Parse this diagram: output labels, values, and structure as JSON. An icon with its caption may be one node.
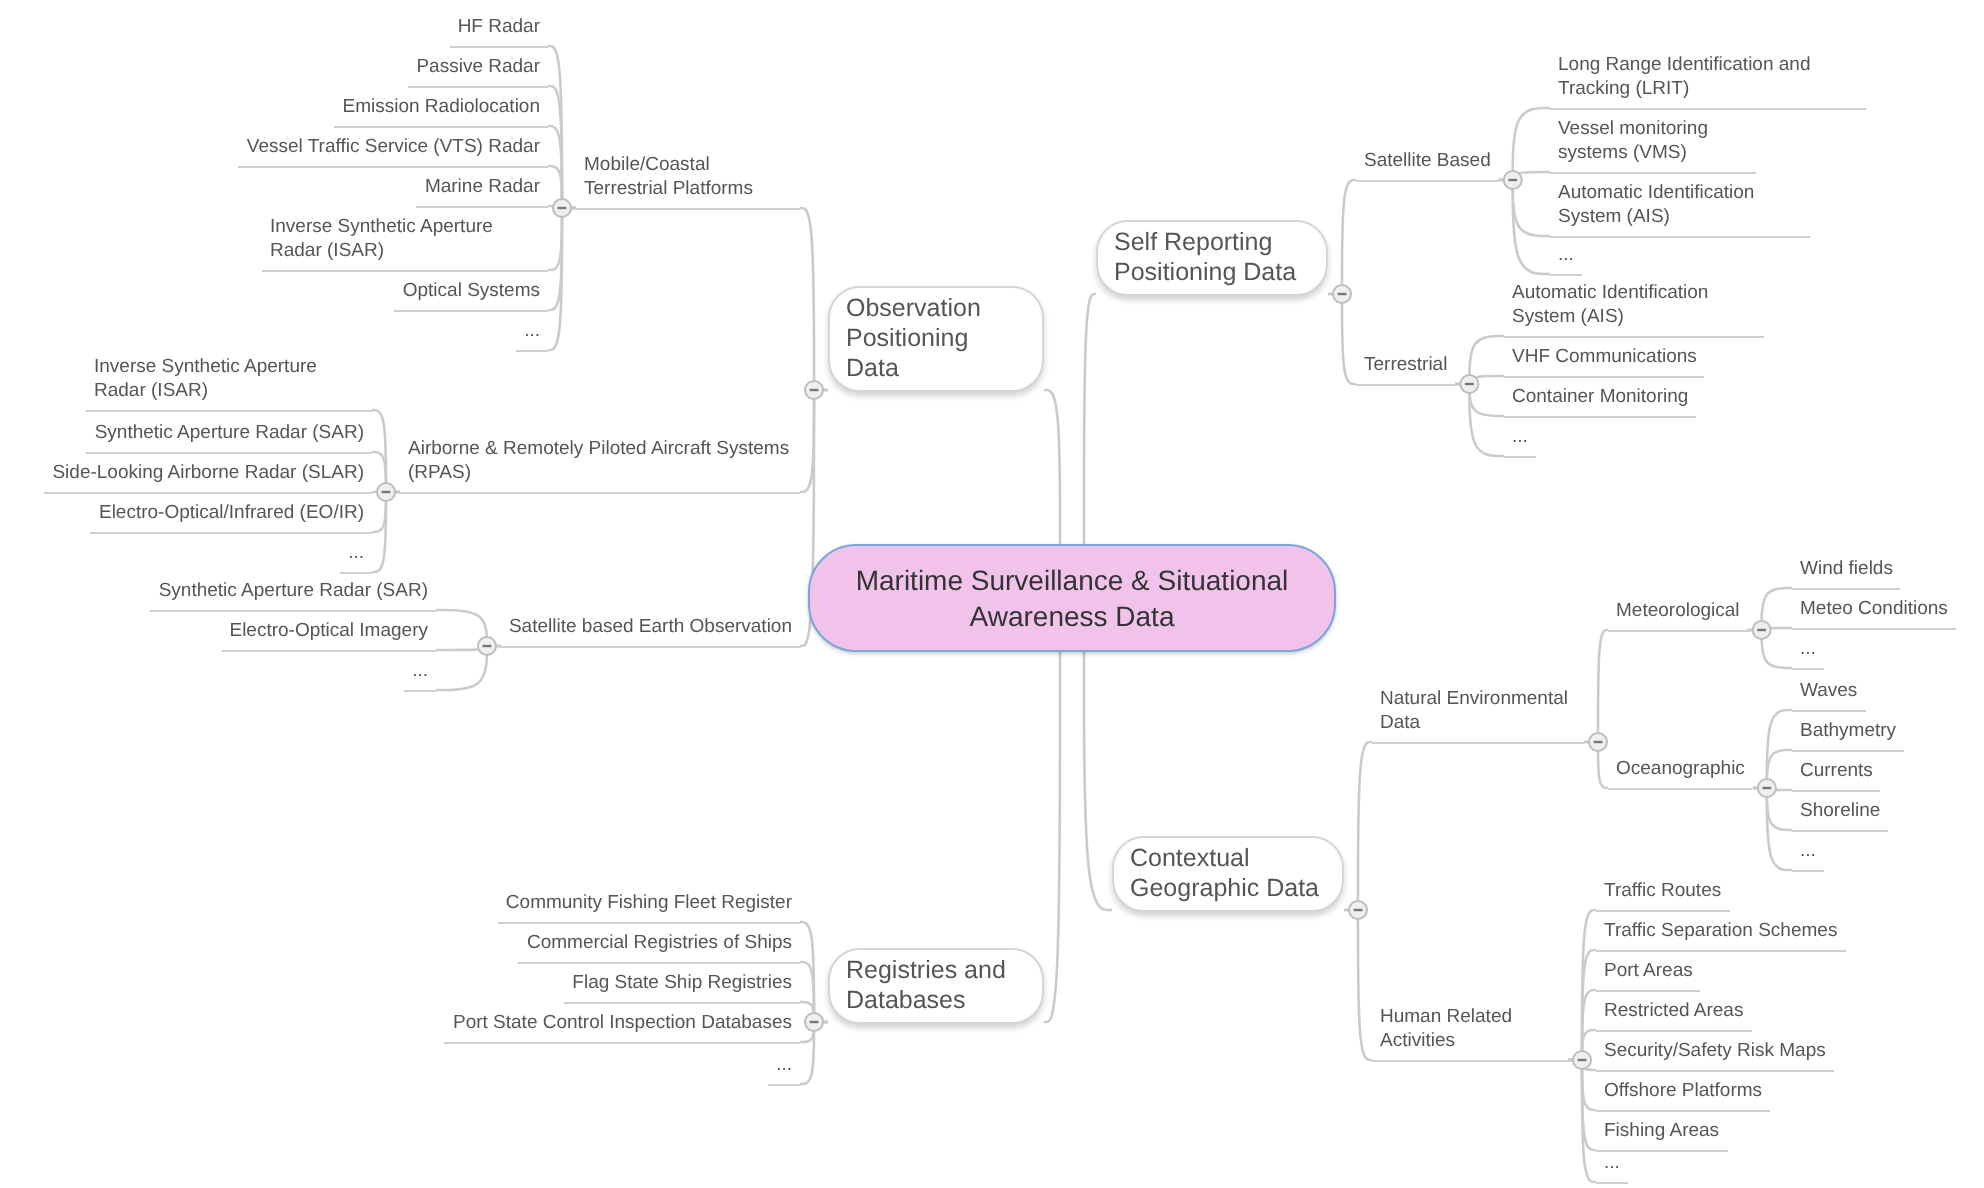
{
  "diagram": {
    "nodes": [
      {
        "text": [
          "Maritime Surveillance & Situational Awareness Data"
        ]
      },
      {
        "text": [
          "Observation Positioning Data"
        ]
      },
      {
        "text": [
          "Mobile/Coastal Terrestrial Platforms"
        ]
      },
      {
        "text": [
          "HF Radar"
        ]
      },
      {
        "text": [
          "Passive Radar"
        ]
      },
      {
        "text": [
          "Emission Radiolocation"
        ]
      },
      {
        "text": [
          "Vessel Traffic Service (VTS) Radar"
        ]
      },
      {
        "text": [
          "Marine Radar"
        ]
      },
      {
        "text": [
          "Inverse Synthetic Aperture Radar (ISAR)"
        ]
      },
      {
        "text": [
          "Optical Systems"
        ]
      },
      {
        "text": [
          "..."
        ]
      },
      {
        "text": [
          "Airborne & Remotely Piloted Aircraft Systems (RPAS)"
        ]
      },
      {
        "text": [
          "Inverse Synthetic Aperture Radar (ISAR)"
        ]
      },
      {
        "text": [
          "Synthetic Aperture Radar (SAR)"
        ]
      },
      {
        "text": [
          "Side-Looking Airborne Radar (SLAR)"
        ]
      },
      {
        "text": [
          "Electro-Optical/Infrared (EO/IR)"
        ]
      },
      {
        "text": [
          "..."
        ]
      },
      {
        "text": [
          "Satellite based Earth Observation"
        ]
      },
      {
        "text": [
          "Synthetic Aperture Radar (SAR)"
        ]
      },
      {
        "text": [
          "Electro-Optical Imagery"
        ]
      },
      {
        "text": [
          "..."
        ]
      },
      {
        "text": [
          "Registries and Databases"
        ]
      },
      {
        "text": [
          "Community Fishing Fleet Register"
        ]
      },
      {
        "text": [
          "Commercial Registries of Ships"
        ]
      },
      {
        "text": [
          "Flag State Ship Registries"
        ]
      },
      {
        "text": [
          "Port State Control Inspection Databases"
        ]
      },
      {
        "text": [
          "..."
        ]
      },
      {
        "text": [
          "Self Reporting Positioning Data"
        ]
      },
      {
        "text": [
          "Satellite Based"
        ]
      },
      {
        "text": [
          "Long Range Identification and Tracking (LRIT)"
        ]
      },
      {
        "text": [
          "Vessel monitoring systems (VMS)"
        ]
      },
      {
        "text": [
          "Automatic Identification System (AIS)"
        ]
      },
      {
        "text": [
          "..."
        ]
      },
      {
        "text": [
          "Terrestrial"
        ]
      },
      {
        "text": [
          "Automatic Identification System (AIS)"
        ]
      },
      {
        "text": [
          "VHF Communications"
        ]
      },
      {
        "text": [
          "Container Monitoring"
        ]
      },
      {
        "text": [
          "..."
        ]
      },
      {
        "text": [
          "Contextual Geographic Data"
        ]
      },
      {
        "text": [
          "Natural Environmental Data"
        ]
      },
      {
        "text": [
          "Meteorological"
        ]
      },
      {
        "text": [
          "Wind fields"
        ]
      },
      {
        "text": [
          "Meteo Conditions"
        ]
      },
      {
        "text": [
          "..."
        ]
      },
      {
        "text": [
          "Oceanographic"
        ]
      },
      {
        "text": [
          "Waves"
        ]
      },
      {
        "text": [
          "Bathymetry"
        ]
      },
      {
        "text": [
          "Currents"
        ]
      },
      {
        "text": [
          "Shoreline"
        ]
      },
      {
        "text": [
          "..."
        ]
      },
      {
        "text": [
          "Human Related Activities"
        ]
      },
      {
        "text": [
          "Traffic Routes"
        ]
      },
      {
        "text": [
          "Traffic Separation Schemes"
        ]
      },
      {
        "text": [
          "Port Areas"
        ]
      },
      {
        "text": [
          "Restricted Areas"
        ]
      },
      {
        "text": [
          "Security/Safety Risk Maps"
        ]
      },
      {
        "text": [
          "Offshore Platforms"
        ]
      },
      {
        "text": [
          "Fishing Areas"
        ]
      },
      {
        "text": [
          "..."
        ]
      }
    ],
    "edges": [
      {
        "from": 0,
        "to": 1,
        "arrow": "none"
      },
      {
        "from": 0,
        "to": 21,
        "arrow": "none"
      },
      {
        "from": 0,
        "to": 27,
        "arrow": "none"
      },
      {
        "from": 0,
        "to": 38,
        "arrow": "none"
      },
      {
        "from": 1,
        "to": 2,
        "arrow": "none"
      },
      {
        "from": 1,
        "to": 11,
        "arrow": "none"
      },
      {
        "from": 1,
        "to": 17,
        "arrow": "none"
      },
      {
        "from": 2,
        "to": 3,
        "arrow": "none"
      },
      {
        "from": 2,
        "to": 4,
        "arrow": "none"
      },
      {
        "from": 2,
        "to": 5,
        "arrow": "none"
      },
      {
        "from": 2,
        "to": 6,
        "arrow": "none"
      },
      {
        "from": 2,
        "to": 7,
        "arrow": "none"
      },
      {
        "from": 2,
        "to": 8,
        "arrow": "none"
      },
      {
        "from": 2,
        "to": 9,
        "arrow": "none"
      },
      {
        "from": 2,
        "to": 10,
        "arrow": "none"
      },
      {
        "from": 11,
        "to": 12,
        "arrow": "none"
      },
      {
        "from": 11,
        "to": 13,
        "arrow": "none"
      },
      {
        "from": 11,
        "to": 14,
        "arrow": "none"
      },
      {
        "from": 11,
        "to": 15,
        "arrow": "none"
      },
      {
        "from": 11,
        "to": 16,
        "arrow": "none"
      },
      {
        "from": 17,
        "to": 18,
        "arrow": "none"
      },
      {
        "from": 17,
        "to": 19,
        "arrow": "none"
      },
      {
        "from": 17,
        "to": 20,
        "arrow": "none"
      },
      {
        "from": 21,
        "to": 22,
        "arrow": "none"
      },
      {
        "from": 21,
        "to": 23,
        "arrow": "none"
      },
      {
        "from": 21,
        "to": 24,
        "arrow": "none"
      },
      {
        "from": 21,
        "to": 25,
        "arrow": "none"
      },
      {
        "from": 21,
        "to": 26,
        "arrow": "none"
      },
      {
        "from": 27,
        "to": 28,
        "arrow": "none"
      },
      {
        "from": 27,
        "to": 33,
        "arrow": "none"
      },
      {
        "from": 28,
        "to": 29,
        "arrow": "none"
      },
      {
        "from": 28,
        "to": 30,
        "arrow": "none"
      },
      {
        "from": 28,
        "to": 31,
        "arrow": "none"
      },
      {
        "from": 28,
        "to": 32,
        "arrow": "none"
      },
      {
        "from": 33,
        "to": 34,
        "arrow": "none"
      },
      {
        "from": 33,
        "to": 35,
        "arrow": "none"
      },
      {
        "from": 33,
        "to": 36,
        "arrow": "none"
      },
      {
        "from": 33,
        "to": 37,
        "arrow": "none"
      },
      {
        "from": 38,
        "to": 39,
        "arrow": "none"
      },
      {
        "from": 38,
        "to": 50,
        "arrow": "none"
      },
      {
        "from": 39,
        "to": 40,
        "arrow": "none"
      },
      {
        "from": 39,
        "to": 44,
        "arrow": "none"
      },
      {
        "from": 40,
        "to": 41,
        "arrow": "none"
      },
      {
        "from": 40,
        "to": 42,
        "arrow": "none"
      },
      {
        "from": 40,
        "to": 43,
        "arrow": "none"
      },
      {
        "from": 44,
        "to": 45,
        "arrow": "none"
      },
      {
        "from": 44,
        "to": 46,
        "arrow": "none"
      },
      {
        "from": 44,
        "to": 47,
        "arrow": "none"
      },
      {
        "from": 44,
        "to": 48,
        "arrow": "none"
      },
      {
        "from": 44,
        "to": 49,
        "arrow": "none"
      },
      {
        "from": 50,
        "to": 51,
        "arrow": "none"
      },
      {
        "from": 50,
        "to": 52,
        "arrow": "none"
      },
      {
        "from": 50,
        "to": 53,
        "arrow": "none"
      },
      {
        "from": 50,
        "to": 54,
        "arrow": "none"
      },
      {
        "from": 50,
        "to": 55,
        "arrow": "none"
      },
      {
        "from": 50,
        "to": 56,
        "arrow": "none"
      },
      {
        "from": 50,
        "to": 57,
        "arrow": "none"
      },
      {
        "from": 50,
        "to": 58,
        "arrow": "none"
      }
    ]
  }
}
